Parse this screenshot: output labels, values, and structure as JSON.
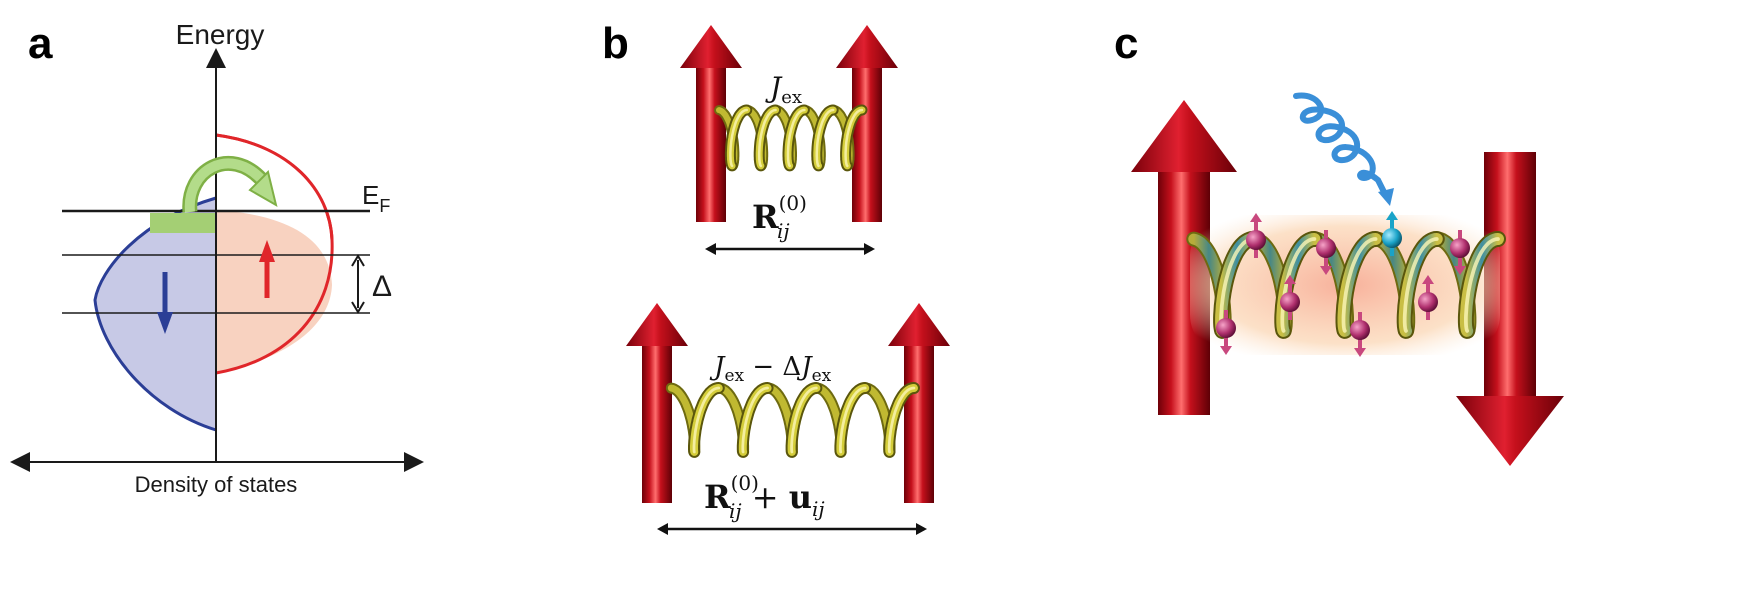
{
  "panels": {
    "a": {
      "letter": "a",
      "energy_label": "Energy",
      "dos_label": "Density of states",
      "fermi_main": "E",
      "fermi_sub": "F",
      "delta_label": "Δ"
    },
    "b": {
      "letter": "b",
      "top": {
        "coupling_sym": "J",
        "coupling_sub": "ex",
        "vector_sym": "R",
        "vector_sub": "ij",
        "vector_sup": "(0)"
      },
      "bottom": {
        "coupling_sym": "J",
        "coupling_sub": "ex",
        "minus": " − Δ",
        "coupling_sym2": "J",
        "coupling_sub2": "ex",
        "vector_sym": "R",
        "vector_sub": "ij",
        "vector_sup": "(0)",
        "plus": " + ",
        "disp_sym": "u",
        "disp_sub": "ij"
      }
    },
    "c": {
      "letter": "c"
    }
  },
  "colors": {
    "spin_up_band": "#e0262a",
    "spin_down_band": "#2b3e96",
    "spin_up_fill": "#f8d2c0",
    "spin_down_fill": "#c7c9e6",
    "transfer_arrow": "#8fc25a",
    "arrow_red": "#c8111c",
    "spring_yellow": "#d4cd3a",
    "photon_blue": "#3a8fd8",
    "electron_cyan": "#1aa3c8",
    "electron_magenta": "#b0306e",
    "glow": "#f9c8a0"
  },
  "icons": {
    "spin_up": "arrow-up-icon",
    "spin_down": "arrow-down-icon",
    "spring": "spring-icon",
    "photon": "wavy-photon-icon",
    "electron": "electron-sphere-icon"
  }
}
